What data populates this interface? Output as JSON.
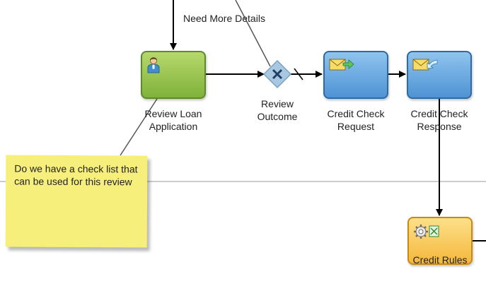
{
  "edge_label": "Need More Details",
  "nodes": {
    "review_loan": {
      "label_line1": "Review Loan",
      "label_line2": "Application"
    },
    "review_outcome": {
      "label_line1": "Review",
      "label_line2": "Outcome"
    },
    "credit_request": {
      "label_line1": "Credit Check",
      "label_line2": "Request"
    },
    "credit_response": {
      "label_line1": "Credit Check",
      "label_line2": "Response"
    },
    "credit_rules": {
      "label": "Credit Rules"
    }
  },
  "note": {
    "text": "Do we have a check list that can be used for this review"
  },
  "colors": {
    "user_task": "#8fc24a",
    "service_task": "#5b9fdc",
    "rule_task": "#f8c24e",
    "gateway": "#a8c8e2",
    "note": "#f7ef7c"
  },
  "icons": {
    "review_loan": "user-icon",
    "review_outcome": "exclusive-gateway-x-icon",
    "credit_request": "send-message-icon",
    "credit_response": "receive-message-icon",
    "credit_rules": "business-rule-gear-icon"
  }
}
